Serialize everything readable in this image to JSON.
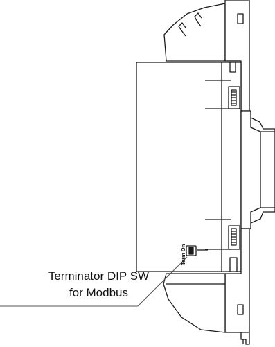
{
  "diagram": {
    "callout_lines": [
      "Terminator DIP SW",
      "for Modbus"
    ],
    "switch_label": "Term On",
    "stroke_color": "#1a1a1a",
    "body_color": "#ffffff",
    "leader_color": "#555555"
  }
}
